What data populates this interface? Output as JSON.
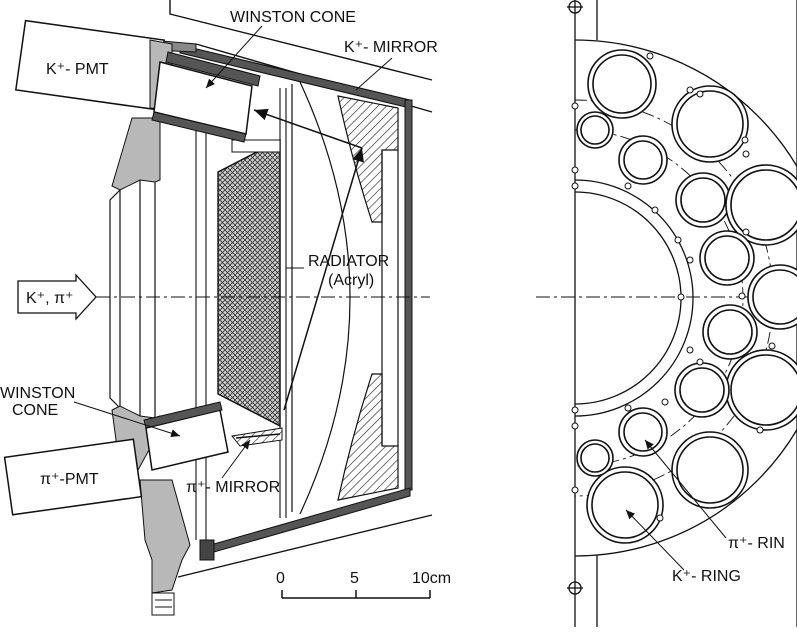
{
  "labels": {
    "winston_cone_top": "WINSTON CONE",
    "k_mirror": "K⁺- MIRROR",
    "k_pmt": "K⁺- PMT",
    "radiator": "RADIATOR",
    "radiator_sub": "(Acryl)",
    "beam": "K⁺, π⁺",
    "winston_cone_bottom_1": "WINSTON",
    "winston_cone_bottom_2": "CONE",
    "pi_pmt": "π⁺-PMT",
    "pi_mirror": "π⁺- MIRROR",
    "pi_ring": "π⁺- RIN",
    "k_ring": "K⁺- RING"
  },
  "scale": {
    "tick_0": "0",
    "tick_5": "5",
    "tick_10": "10cm"
  },
  "colors": {
    "line": "#111111",
    "gray_fill": "#b8b8b8",
    "dark_fill": "#444444"
  }
}
